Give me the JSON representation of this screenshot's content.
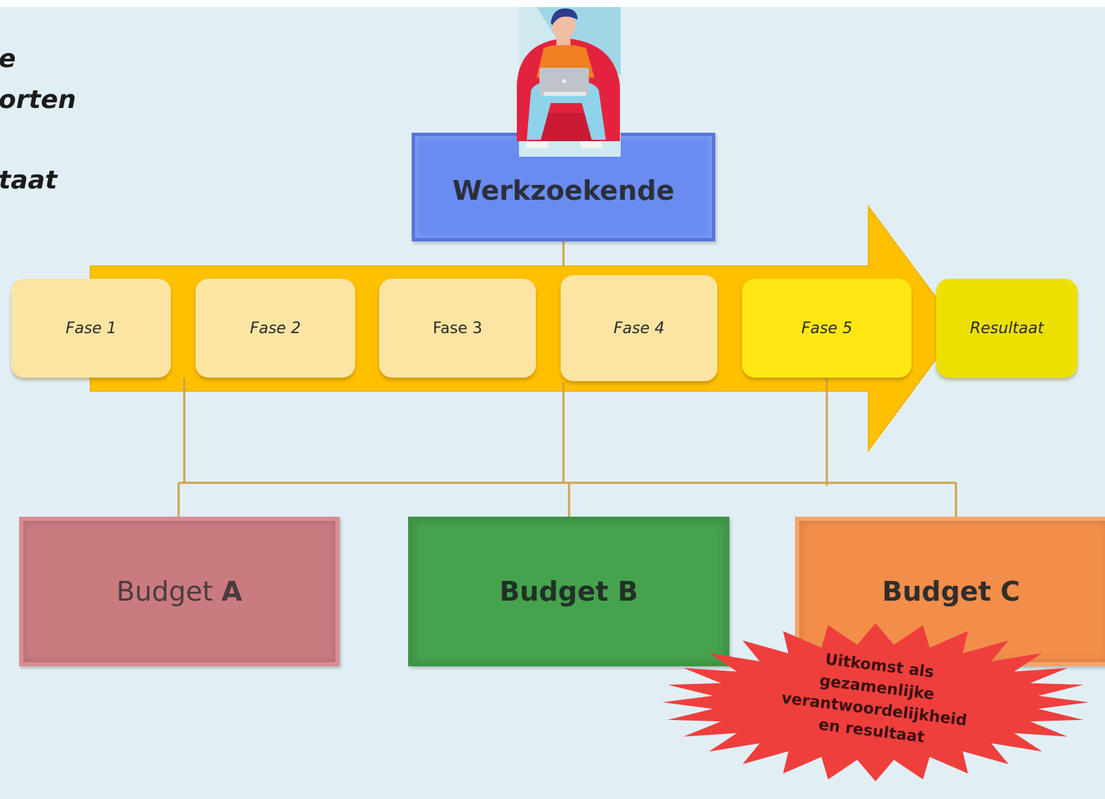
{
  "left_text": {
    "line1": "e",
    "line2": "orten",
    "line3": "taat"
  },
  "top_box": {
    "label": "Werkzoekende",
    "icon": "person-with-laptop-icon"
  },
  "phases": [
    {
      "label": "Fase 1"
    },
    {
      "label": "Fase 2"
    },
    {
      "label": "Fase 3"
    },
    {
      "label": "Fase 4"
    },
    {
      "label": "Fase 5"
    },
    {
      "label": "Resultaat"
    }
  ],
  "budgets": [
    {
      "label_prefix": "Budget ",
      "label_letter": "A"
    },
    {
      "label": "Budget B"
    },
    {
      "label": "Budget C"
    }
  ],
  "burst": {
    "lines": [
      "Uitkomst als",
      "gezamenlijke",
      "verantwoordelijkheid",
      "en resultaat"
    ]
  },
  "colors": {
    "background": "#e1eff4",
    "arrow": "#ffc000",
    "top_box": "#6a8cf0",
    "phase": "#fce5a3",
    "phase5": "#ffe714",
    "resultaat": "#ece000",
    "budget_a": "#c97b80",
    "budget_b": "#46a34d",
    "budget_c": "#f28e4a",
    "burst": "#ee3f3d",
    "connector": "#d0a24a"
  }
}
